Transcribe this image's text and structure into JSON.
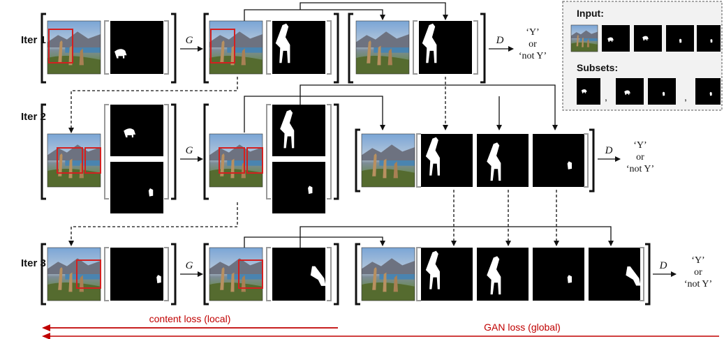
{
  "iterations": [
    {
      "label": "Iter 1",
      "generator": "G",
      "discriminator": "D"
    },
    {
      "label": "Iter 2",
      "generator": "G",
      "discriminator": "D"
    },
    {
      "label": "Iter 3",
      "generator": "G",
      "discriminator": "D"
    }
  ],
  "discriminator_output": {
    "yes": "‘Y’",
    "or": "or",
    "no": "‘not Y’"
  },
  "legend": {
    "input_title": "Input:",
    "subsets_title": "Subsets:",
    "comma": ","
  },
  "losses": {
    "content": "content loss (local)",
    "gan": "GAN loss (global)"
  },
  "colors": {
    "loss_arrow": "#c00000",
    "box_highlight": "#d42020",
    "mask": "#000000",
    "mask_shape": "#ffffff",
    "bracket_outer": "#111111",
    "bracket_inner": "#999999",
    "legend_bg": "#f2f2f2"
  }
}
